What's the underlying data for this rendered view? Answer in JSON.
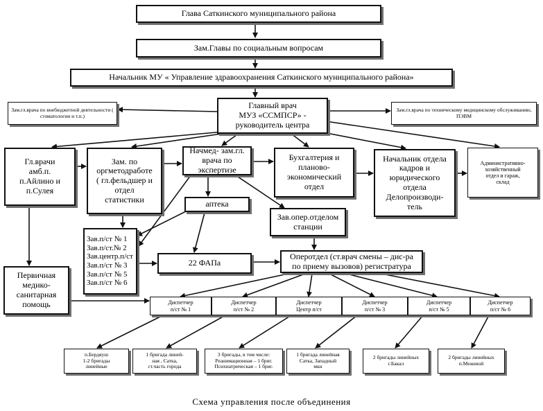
{
  "diagram": {
    "caption": "Схема управления после объединения",
    "nodes": {
      "head": "Глава Саткинского муниципального района",
      "deputy_head": "Зам.Главы по социальным вопросам",
      "mu_head": "Начальник МУ « Управление здравоохранения Саткинского муниципального района»",
      "chief_doctor": "Главный врач\nМУЗ «ССМПСР» -\nруководитель центра",
      "deputy_nonbudget": "Зам.гл.врача по внебюджетной деятельности ( стоматологии и т.п.)",
      "deputy_tech": "Зам.гл.врача по техническому медицинскому обслуживанию, ПЭВМ",
      "chief_doctors_amb": "Гл.врачи\nамб.п.\nп.Айлино и\nп.Сулея",
      "deputy_orgmethod": "Зам. по\nоргметодработе\n( гл.фельдшер и\nотдел\nстатистики",
      "med_deputy_expert": "Начмед- зам.гл.\nврача по экспертизе",
      "accounting": "Бухгалтерия и\nпланово-\nэкономический\nотдел",
      "hr_head": "Начальник отдела\nкадров и\nюридического\nотдела\nДелопроизводи-\nтель",
      "admin_dept": "Административно-\nхозяйственный\nотдел и гараж,\nсклад",
      "pharmacy": "аптека",
      "op_dept_head": "Зав.опер.отделом\nстанции",
      "substations": "Зав.п/ст № 1\nЗав.п/ст.№ 2\nЗав.центр.п/ст\nЗав.п/ст № 3\nЗав.п/ст № 5\nЗав.п/ст № 6",
      "fap": "22 ФАПа",
      "op_dept": "Оперотдел (ст.врач смены – дис-ра\nпо приему вызовов) регистратура",
      "primary_care": "Первичная\nмедико-\nсанитарная\nпомощь",
      "disp1": "Диспетчер\nп/ст № 1",
      "disp2": "Диспетчер\nп/ст № 2",
      "disp_center": "Диспетчер\nЦентр п/ст",
      "disp3": "Диспетчер\nп/ст № 3",
      "disp5": "Диспетчер\nп/ст № 5",
      "disp6": "Диспетчер\nп/ст № 6",
      "team1": "п.Бердяуш\n1-2 бригады\nлинейные",
      "team2": "1 бригада линей-\nная , Сатка,\nст.часть города",
      "team3": "3 бригады, в том числе:\nРеанимационная – 1 бриг.\nПсихиатрическая – 1 бриг.",
      "team4": "1 бригада линейная\nСатка, Западный\nмкн",
      "team5": "2 бригады линейных\nг.Бакал",
      "team6": "2 бригады линейных\nп.Межевой"
    }
  }
}
